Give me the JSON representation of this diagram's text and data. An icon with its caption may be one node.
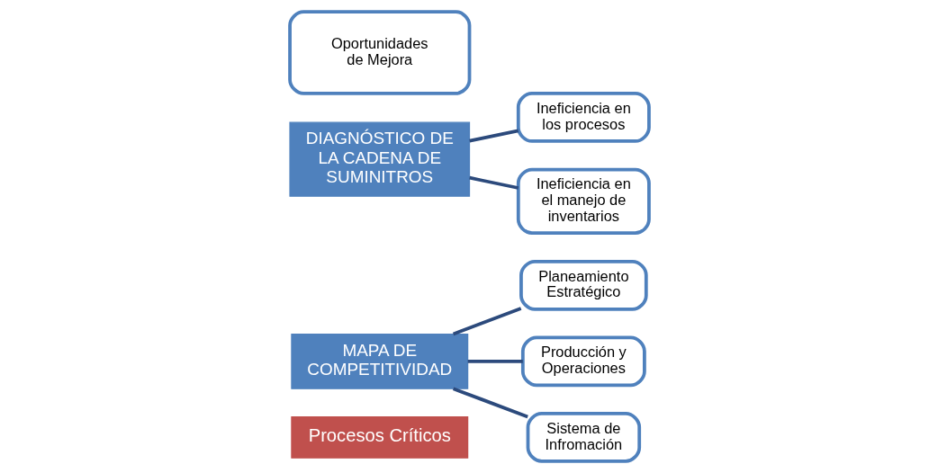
{
  "diagram": {
    "nodes": [
      {
        "text": [
          "Procesos Críticos"
        ]
      },
      {
        "text": [
          "MAPA DE COMPETITIVIDAD"
        ]
      },
      {
        "text": [
          "Planeamiento Estratégico"
        ]
      },
      {
        "text": [
          "Producción y Operaciones"
        ]
      },
      {
        "text": [
          "Sistema de Infromación"
        ]
      },
      {
        "text": [
          "DIAGNÓSTICO DE LA CADENA DE SUMINITROS"
        ]
      },
      {
        "text": [
          "Ineficiencia en los procesos"
        ]
      },
      {
        "text": [
          "Ineficiencia en el manejo de inventarios"
        ]
      },
      {
        "text": [
          "Oportunidades de Mejora"
        ]
      }
    ],
    "edges": [
      {
        "from": 1,
        "to": 2,
        "arrow": "none"
      },
      {
        "from": 1,
        "to": 3,
        "arrow": "none"
      },
      {
        "from": 1,
        "to": 4,
        "arrow": "none"
      },
      {
        "from": 5,
        "to": 6,
        "arrow": "none"
      },
      {
        "from": 5,
        "to": 7,
        "arrow": "none"
      }
    ]
  }
}
